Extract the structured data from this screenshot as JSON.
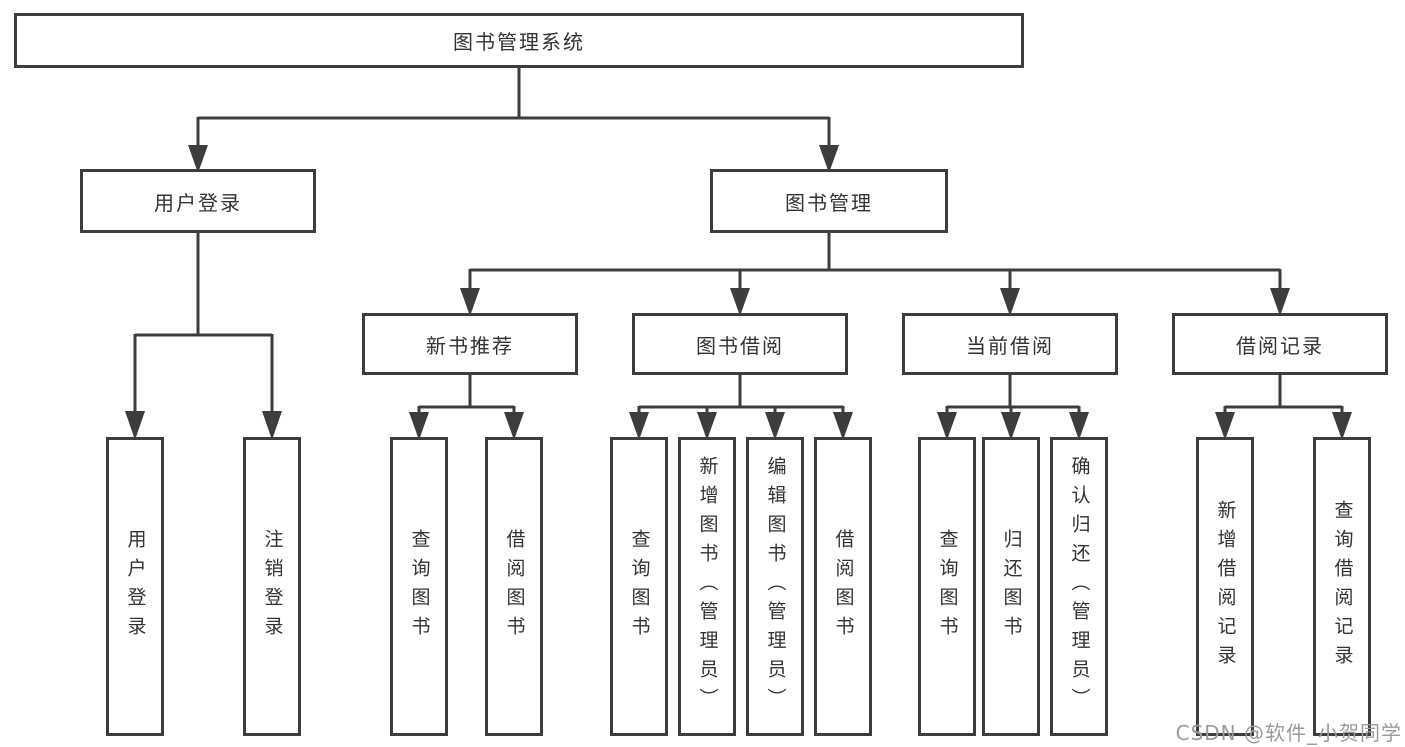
{
  "colors": {
    "line": "#3d3d3d",
    "box_border": "#3d3d3d",
    "text": "#333333",
    "watermark": "#9b9b9b",
    "background": "#ffffff"
  },
  "diagram": {
    "root": {
      "label": "图书管理系统"
    },
    "level2": {
      "login": {
        "label": "用户登录"
      },
      "manage": {
        "label": "图书管理"
      }
    },
    "level3": {
      "recommend": {
        "label": "新书推荐"
      },
      "borrow": {
        "label": "图书借阅"
      },
      "current": {
        "label": "当前借阅"
      },
      "records": {
        "label": "借阅记录"
      }
    },
    "leaves": {
      "login": [
        "用户登录",
        "注销登录"
      ],
      "recommend": [
        "查询图书",
        "借阅图书"
      ],
      "borrow": [
        "查询图书",
        "新增图书（管理员）",
        "编辑图书（管理员）",
        "借阅图书"
      ],
      "current": [
        "查询图书",
        "归还图书",
        "确认归还（管理员）"
      ],
      "records": [
        "新增借阅记录",
        "查询借阅记录"
      ]
    }
  },
  "watermark": {
    "text": "CSDN @软件_小贺同学"
  }
}
